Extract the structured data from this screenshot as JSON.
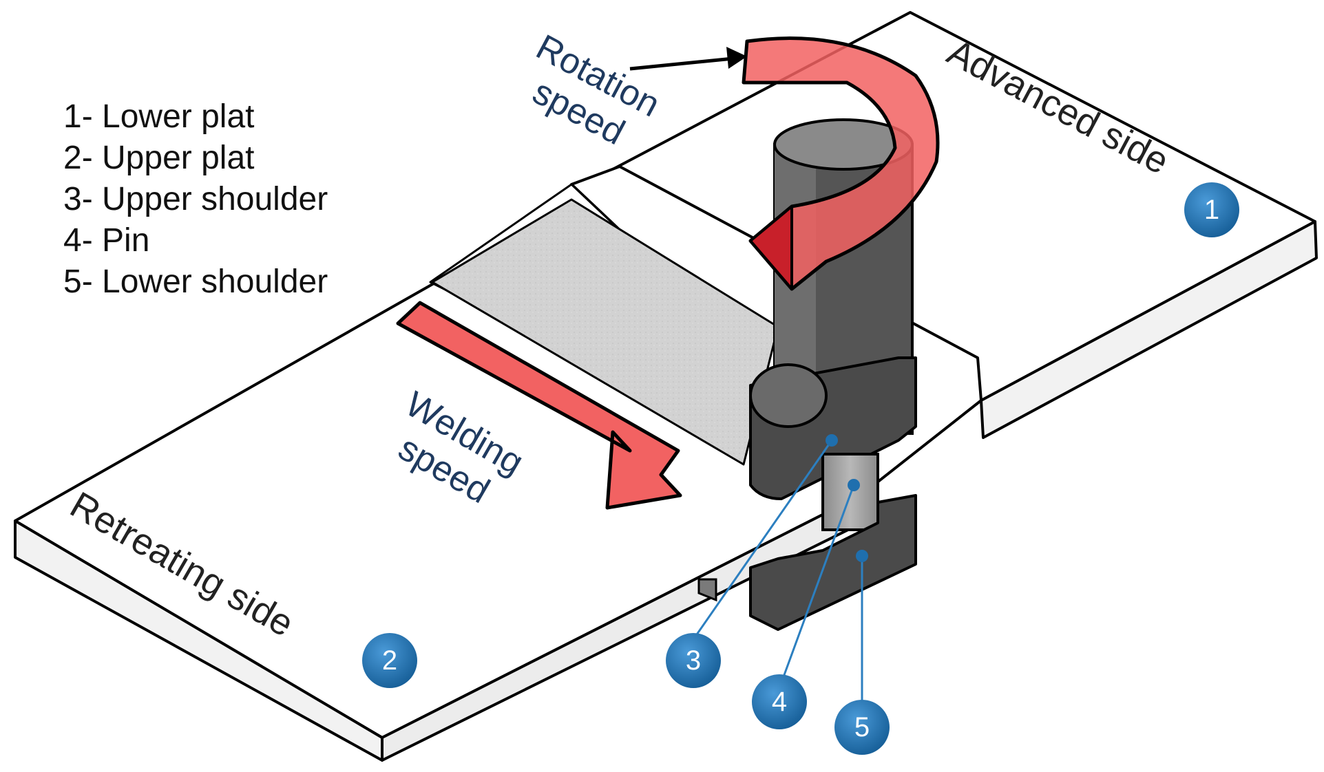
{
  "legend": {
    "items": [
      {
        "label": "1- Lower plat"
      },
      {
        "label": "2- Upper plat"
      },
      {
        "label": "3- Upper shoulder"
      },
      {
        "label": "4- Pin"
      },
      {
        "label": "5- Lower shoulder"
      }
    ]
  },
  "annotations": {
    "rotation_line1": "Rotation",
    "rotation_line2": "speed",
    "welding_line1": "Welding",
    "welding_line2": "speed",
    "advanced_side": "Advanced side",
    "retreating_side": "Retreating side"
  },
  "callouts": {
    "c1": "1",
    "c2": "2",
    "c3": "3",
    "c4": "4",
    "c5": "5"
  },
  "colors": {
    "arrow_fill": "#f26262",
    "arrow_dark": "#c8202a",
    "tool_dark": "#4a4a4a",
    "tool_mid": "#6b6b6b",
    "weld_zone": "#d4d4d4",
    "callout_blue": "#1f6fae"
  }
}
